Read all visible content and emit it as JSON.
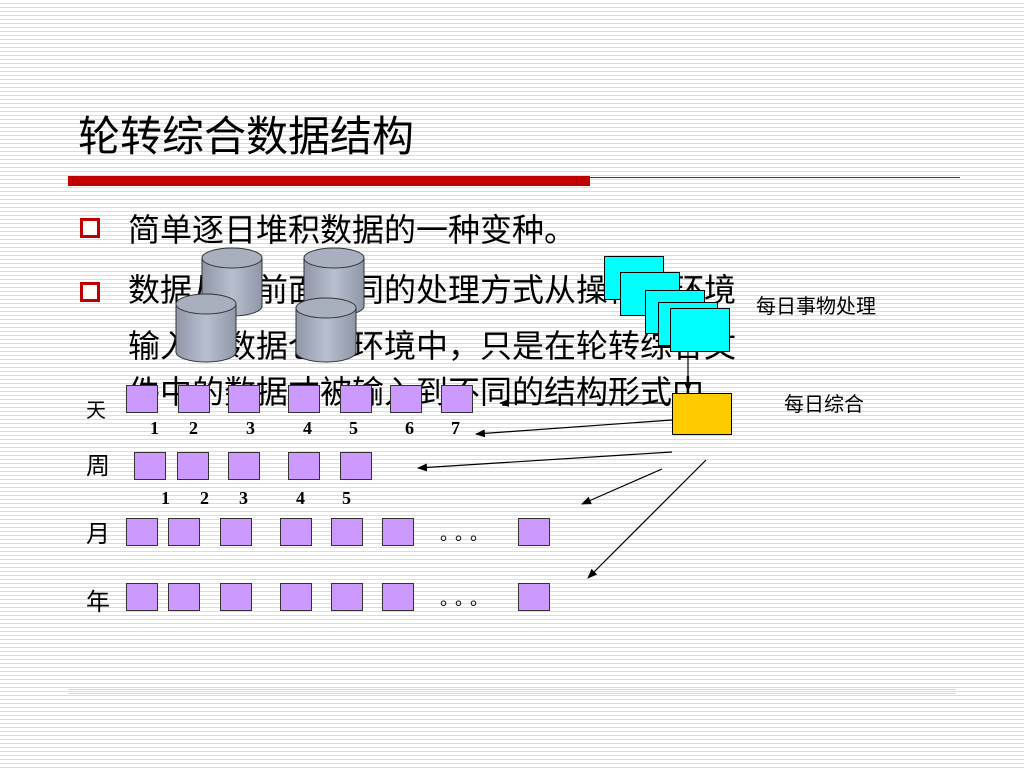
{
  "title": "轮转综合数据结构",
  "bullets": [
    "简单逐日堆积数据的一种变种。",
    "数据从与前面相同的处理方式从操作型环境",
    "输入到数据仓库环境中，只是在轮转综合文",
    "件中的数据才被输入到不同的结构形式中。"
  ],
  "diagram": {
    "daily_label": "每日事物处理",
    "summary_label": "每日综合",
    "rows": {
      "day": "天",
      "week": "周",
      "month": "月",
      "year": "年"
    },
    "day_numbers": [
      "1",
      "2",
      "3",
      "4",
      "5",
      "6",
      "7"
    ],
    "week_numbers": [
      "1",
      "2",
      "3",
      "4",
      "5"
    ],
    "ellipsis_month": "。。。",
    "ellipsis_year": "。。。"
  },
  "colors": {
    "accent_red": "#c00000",
    "box_purple": "#cc99ff",
    "page_cyan": "#00ffff",
    "summary_yellow": "#ffcc00",
    "cylinder_gray": "#a0a8b8"
  }
}
